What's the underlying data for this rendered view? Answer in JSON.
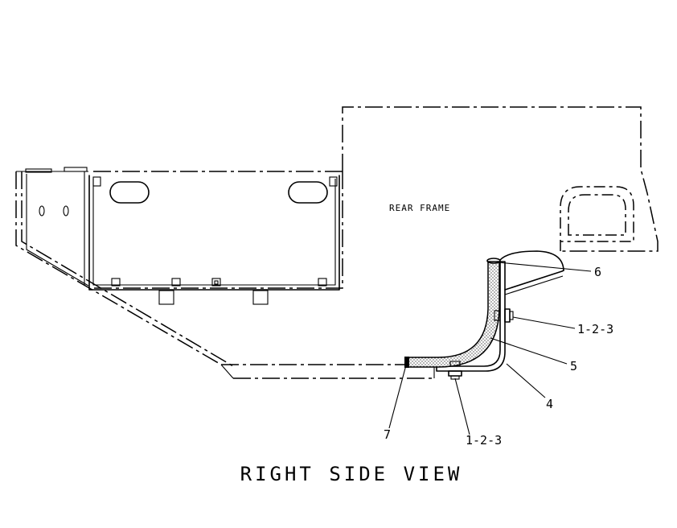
{
  "labels": {
    "rear_frame": "REAR FRAME",
    "part_6": "6",
    "part_123_upper": "1-2-3",
    "part_5": "5",
    "part_4": "4",
    "part_7": "7",
    "part_123_lower": "1-2-3"
  },
  "title": "RIGHT SIDE VIEW"
}
